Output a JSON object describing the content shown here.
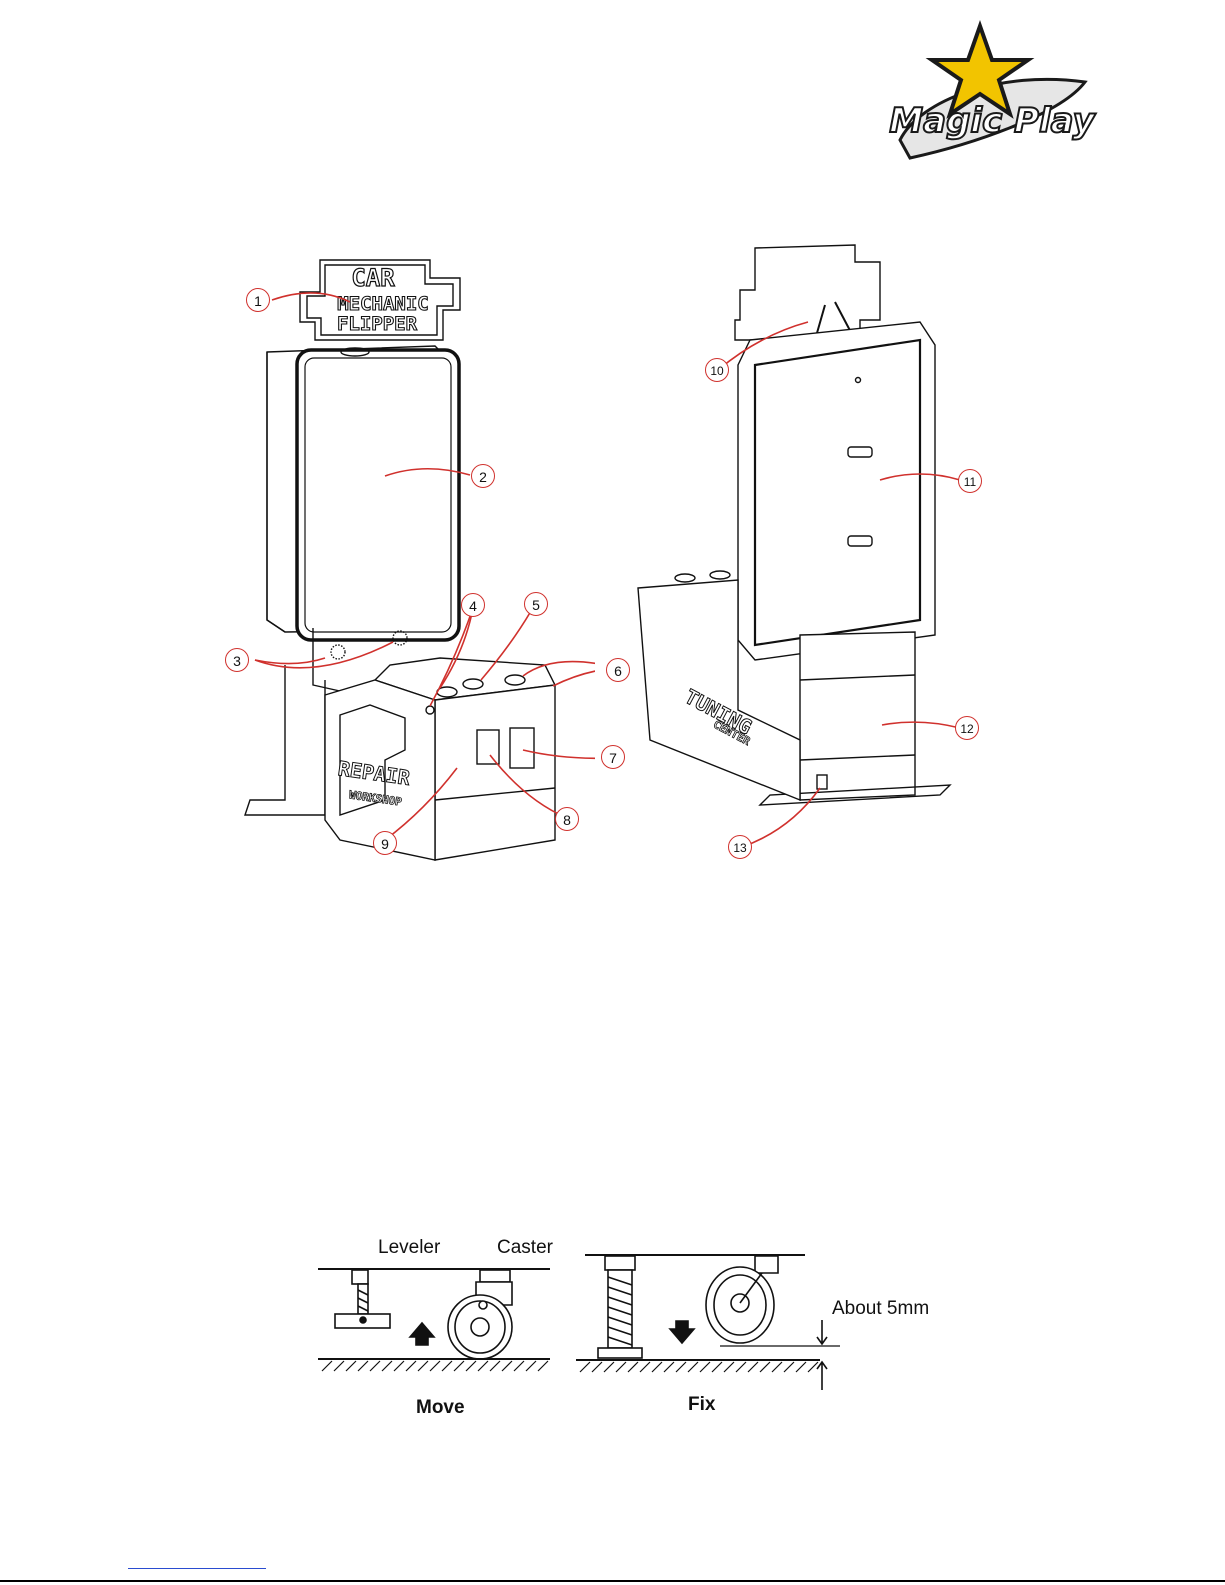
{
  "brand": {
    "logo_text": "Magic Play",
    "colors": {
      "star": "#f2c400",
      "outline": "#1a1a1a",
      "text_fill": "#ffffff",
      "ring": "#c9c9c9"
    }
  },
  "front_view": {
    "marquee_lines": [
      "CAR",
      "MECHANIC",
      "FLIPPER"
    ],
    "side_decal_lines": [
      "REPAIR",
      "WORKSHOP"
    ],
    "callouts": [
      "1",
      "2",
      "3",
      "4",
      "5",
      "6",
      "7",
      "8",
      "9"
    ]
  },
  "rear_view": {
    "side_decal_lines": [
      "TUNING",
      "CENTER"
    ],
    "callouts": [
      "10",
      "11",
      "12",
      "13"
    ]
  },
  "caster_diagram": {
    "labels": {
      "leveler": "Leveler",
      "caster": "Caster",
      "clearance": "About 5mm",
      "move": "Move",
      "fix": "Fix"
    }
  },
  "colors": {
    "callout_red": "#d0312d",
    "line": "#111111"
  }
}
